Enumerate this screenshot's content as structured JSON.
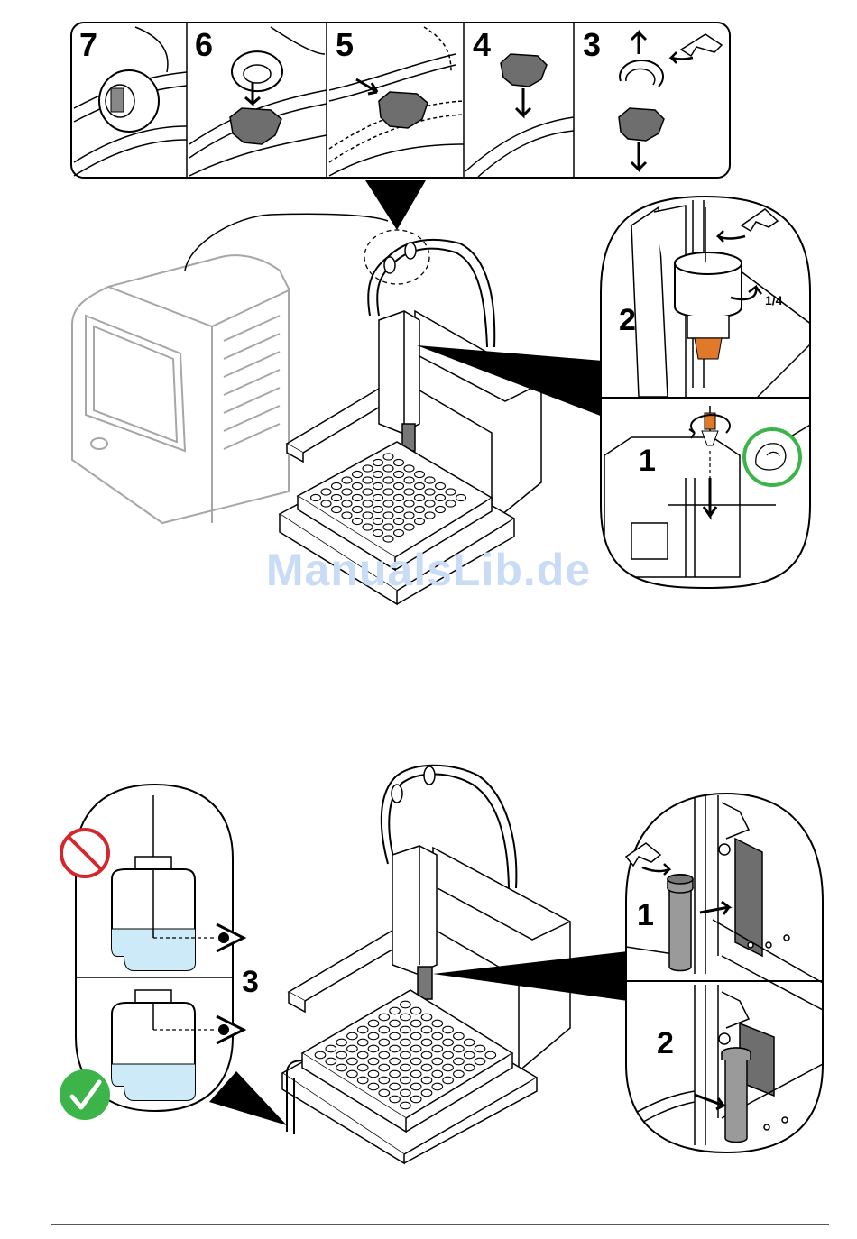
{
  "steps_strip": {
    "labels": [
      "7",
      "6",
      "5",
      "4",
      "3"
    ]
  },
  "top_detail": {
    "step_upper": "2",
    "step_lower": "1",
    "quarter_turn": "1/4"
  },
  "bottom_left": {
    "step_label": "3"
  },
  "bottom_right": {
    "step_upper": "1",
    "step_lower": "2"
  },
  "watermark": "ManualsLib.de",
  "colors": {
    "line": "#000000",
    "gray_part": "#6e6e6e",
    "light_gray": "#a6a6a6",
    "liquid": "#cdeaf8",
    "orange": "#e07a2a",
    "ok_green": "#3cb44a",
    "no_red": "#d5262c"
  }
}
